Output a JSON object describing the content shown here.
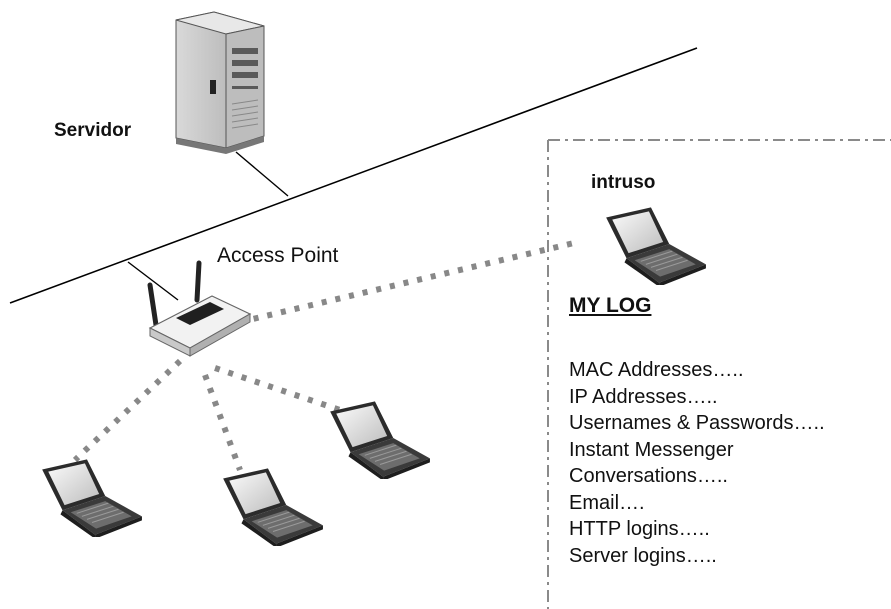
{
  "labels": {
    "server": "Servidor",
    "access_point": "Access Point",
    "intruder": "intruso",
    "log_title": "MY LOG"
  },
  "log_entries": [
    "MAC Addresses…..",
    "IP Addresses…..",
    "Usernames & Passwords…..",
    "Instant Messenger",
    "Conversations…..",
    "Email….",
    "HTTP logins…..",
    "Server logins….."
  ],
  "icons": {
    "server": "server-tower-icon",
    "access_point": "wireless-access-point-icon",
    "laptop": "laptop-icon"
  },
  "colors": {
    "wireless_link": "#888888",
    "wired_link": "#000000",
    "boundary": "#888888"
  }
}
